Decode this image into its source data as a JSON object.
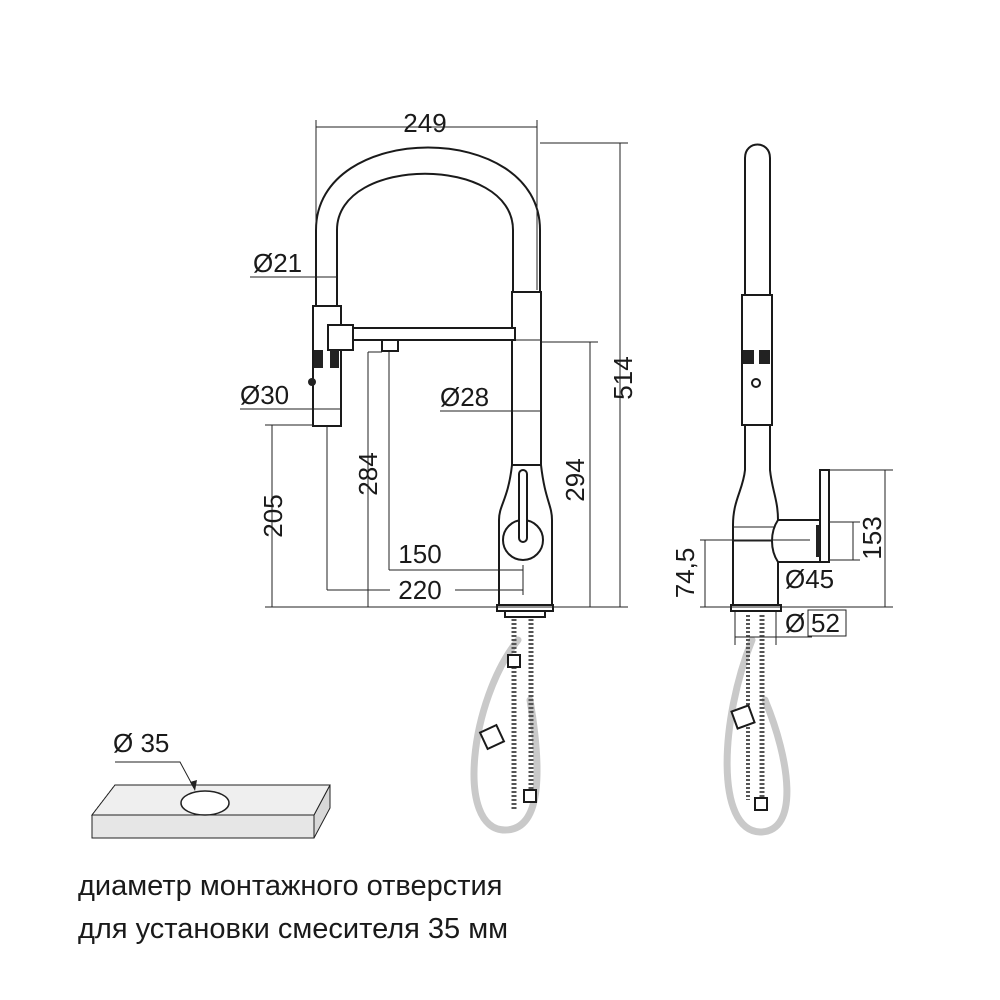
{
  "front_view": {
    "dim_width": "249",
    "dim_height_total": "514",
    "dim_hose_diameter": "Ø21",
    "dim_head_diameter": "Ø30",
    "dim_body_diameter": "Ø28",
    "dim_head_height": "205",
    "dim_outlet_height": "284",
    "dim_holder_height": "294",
    "dim_outlet_reach": "150",
    "dim_head_reach": "220"
  },
  "side_view": {
    "dim_lever_height": "153",
    "dim_base_height": "74,5",
    "dim_lever_diameter": "Ø45",
    "dim_base_symbol": "Ø",
    "dim_base_value": "52"
  },
  "mount_hole": {
    "dim_hole": "Ø 35"
  },
  "caption": {
    "line1": "диаметр монтажного отверстия",
    "line2": "для установки смесителя 35 мм"
  }
}
